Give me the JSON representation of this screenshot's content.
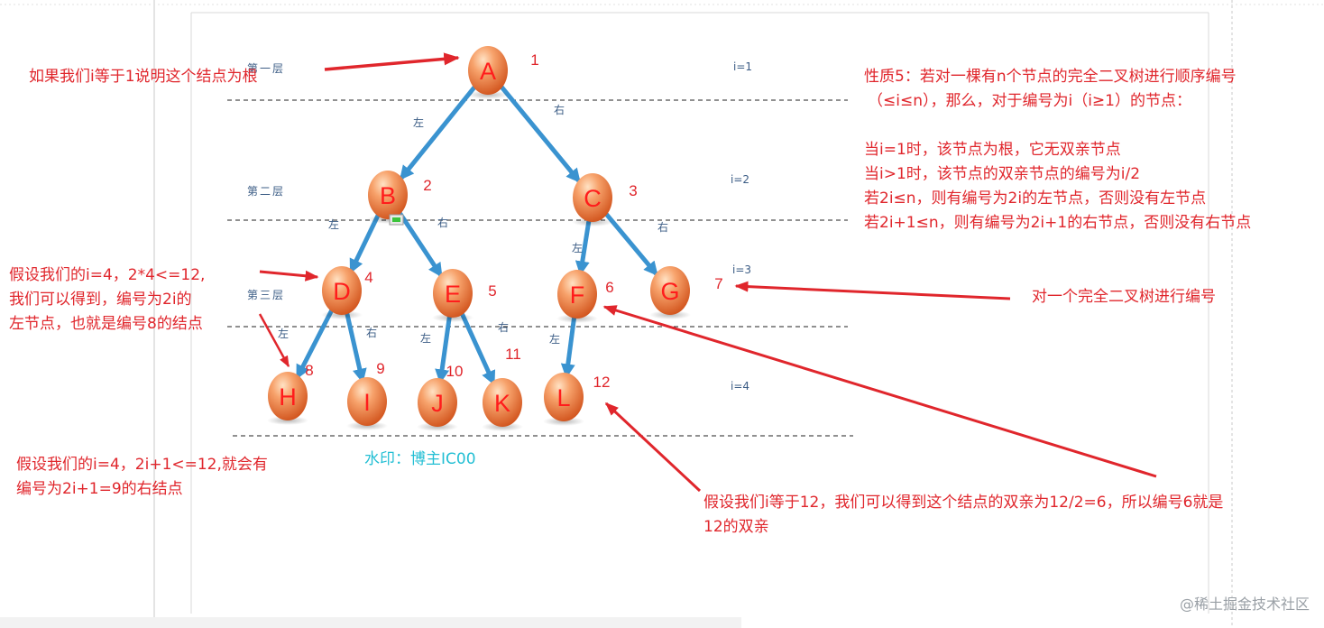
{
  "nodes": [
    {
      "letter": "A",
      "number": "1"
    },
    {
      "letter": "B",
      "number": "2"
    },
    {
      "letter": "C",
      "number": "3"
    },
    {
      "letter": "D",
      "number": "4"
    },
    {
      "letter": "E",
      "number": "5"
    },
    {
      "letter": "F",
      "number": "6"
    },
    {
      "letter": "G",
      "number": "7"
    },
    {
      "letter": "H",
      "number": "8"
    },
    {
      "letter": "I",
      "number": "9"
    },
    {
      "letter": "J",
      "number": "10"
    },
    {
      "letter": "K",
      "number": "11"
    },
    {
      "letter": "L",
      "number": "12"
    }
  ],
  "edges": [
    {
      "from": "A",
      "to": "B",
      "label": "左"
    },
    {
      "from": "A",
      "to": "C",
      "label": "右"
    },
    {
      "from": "B",
      "to": "D",
      "label": "左"
    },
    {
      "from": "B",
      "to": "E",
      "label": "右"
    },
    {
      "from": "C",
      "to": "F",
      "label": "左"
    },
    {
      "from": "C",
      "to": "G",
      "label": "右"
    },
    {
      "from": "D",
      "to": "H",
      "label": "左"
    },
    {
      "from": "D",
      "to": "I",
      "label": "右"
    },
    {
      "from": "E",
      "to": "J",
      "label": "左"
    },
    {
      "from": "E",
      "to": "K",
      "label": "右"
    },
    {
      "from": "F",
      "to": "L",
      "label": "左"
    }
  ],
  "level_labels": [
    "第一层",
    "第二层",
    "第三层"
  ],
  "i_labels": [
    "i=1",
    "i=2",
    "i=3",
    "i=4"
  ],
  "notes": {
    "root": "如果我们i等于1说明这个结点为根",
    "property5": [
      "性质5：若对一棵有n个节点的完全二叉树进行顺序编号",
      "（≤i≤n），那么，对于编号为i（i≥1）的节点：",
      "",
      "当i=1时，该节点为根，它无双亲节点",
      "当i>1时，该节点的双亲节点的编号为i/2",
      "若2i≤n，则有编号为2i的左节点，否则没有左节点",
      "若2i+1≤n，则有编号为2i+1的右节点，否则没有右节点"
    ],
    "left_child": [
      "假设我们的i=4，2*4<=12,",
      "我们可以得到，编号为2i的",
      "左节点，也就是编号8的结点"
    ],
    "numbering": "对一个完全二叉树进行编号",
    "right_child": [
      "假设我们的i=4，2i+1<=12,就会有",
      "编号为2i+1=9的右结点"
    ],
    "parent": [
      "假设我们i等于12，我们可以得到这个结点的双亲为12/2=6，所以编号6就是",
      "12的双亲"
    ]
  },
  "watermark": "水印：博主IC00",
  "site": "@稀土掘金技术社区",
  "colors": {
    "annotation": "#e0262c",
    "edge": "#3a93d0",
    "node_light": "#ffc79a",
    "node_dark": "#d8541a",
    "node_text": "#ff1c1c",
    "watermark": "#24bfd4"
  }
}
